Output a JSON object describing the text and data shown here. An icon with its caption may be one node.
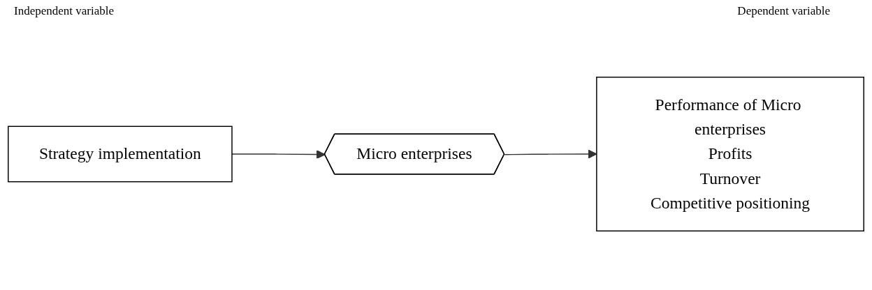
{
  "diagram": {
    "nodes": [
      {
        "text": [
          "Strategy implementation"
        ]
      },
      {
        "text": [
          "Micro enterprises"
        ]
      },
      {
        "text": [
          "Performance of Micro enterprises",
          "Profits",
          "Turnover",
          "Competitive positioning"
        ]
      }
    ],
    "edges": [
      {
        "from": 0,
        "to": 1,
        "arrow": "to"
      },
      {
        "from": 1,
        "to": 2,
        "arrow": "to"
      }
    ],
    "labels": [
      "Independent variable",
      "Dependent variable"
    ]
  }
}
